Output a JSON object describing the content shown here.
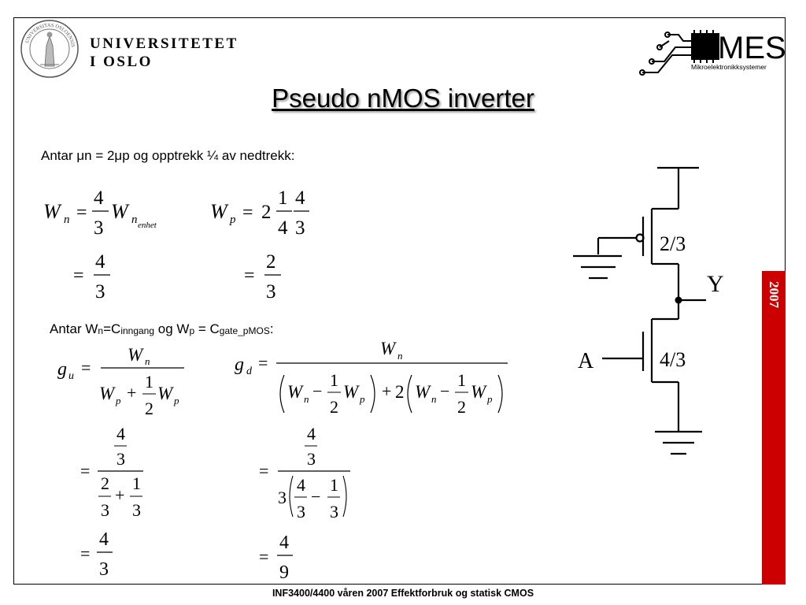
{
  "header": {
    "university_line1": "UNIVERSITETET",
    "university_line2": "I OSLO",
    "seal_text": "UNIVERSITAS OSLOENSIS MDCCCXI",
    "mes_logo": "MES",
    "mes_subtitle": "Mikroelektronikksystemer"
  },
  "slide": {
    "title": "Pseudo nMOS inverter",
    "intro": "Antar μn = 2μp og opptrekk ¼ av nedtrekk:",
    "year": "2007"
  },
  "capacitance_assumption": {
    "prefix": "Antar W",
    "n": "n",
    "eq1": "=C",
    "inngang": "inngang",
    "og": " og W",
    "p": "p",
    "eq2": " = C",
    "gate": "gate_pMOS",
    "colon": ":"
  },
  "circuit": {
    "pmos_ratio": "2/3",
    "nmos_ratio": "4/3",
    "output_label": "Y",
    "input_label": "A"
  },
  "equations": {
    "W": "W",
    "n": "n",
    "p": "p",
    "enhet": "enhet",
    "g": "g",
    "u": "u",
    "d": "d",
    "eq": "=",
    "plus": "+",
    "minus": "−",
    "n1": "1",
    "n2": "2",
    "n3": "3",
    "n4": "4",
    "n9": "9"
  },
  "footer": {
    "text": "INF3400/4400 våren 2007 Effektforbruk og statisk CMOS"
  }
}
